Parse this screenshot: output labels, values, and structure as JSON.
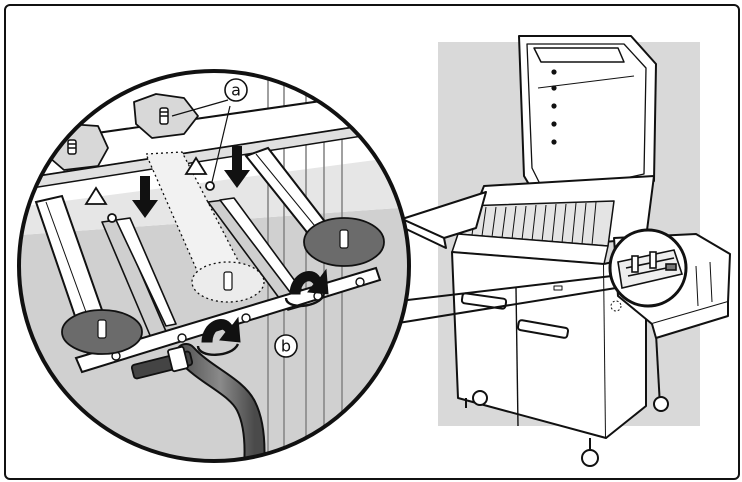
{
  "callouts": {
    "a": "a",
    "b": "b"
  },
  "colors": {
    "frame": "#111111",
    "backdrop": "#d9d9d9",
    "lens_floor": "#d0d0d0",
    "grey_marker": "#6b6b6b",
    "gas_hose": "#6f6f6f"
  },
  "icons": [
    "screw-icon",
    "down-arrow-icon",
    "rotate-arrow-icon",
    "burner-tube"
  ]
}
